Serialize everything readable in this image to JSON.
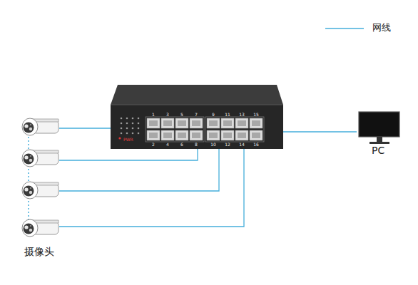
{
  "diagram": {
    "nodes": [
      {
        "text": [
          "摄像头"
        ]
      },
      {
        "text": [
          "PWR"
        ]
      },
      {
        "text": [
          "PC"
        ]
      }
    ],
    "edges": [
      {
        "from": 0,
        "to": 1,
        "arrow": "none"
      },
      {
        "from": 0,
        "to": 1,
        "arrow": "none"
      },
      {
        "from": 0,
        "to": 1,
        "arrow": "none"
      },
      {
        "from": 0,
        "to": 1,
        "arrow": "none"
      },
      {
        "from": 1,
        "to": 2,
        "arrow": "none"
      }
    ],
    "labels": [
      "1",
      "3",
      "5",
      "7",
      "9",
      "11",
      "13",
      "15",
      "2",
      "4",
      "6",
      "8",
      "10",
      "12",
      "14",
      "16"
    ],
    "legend": [
      {
        "text": "网线"
      }
    ]
  }
}
